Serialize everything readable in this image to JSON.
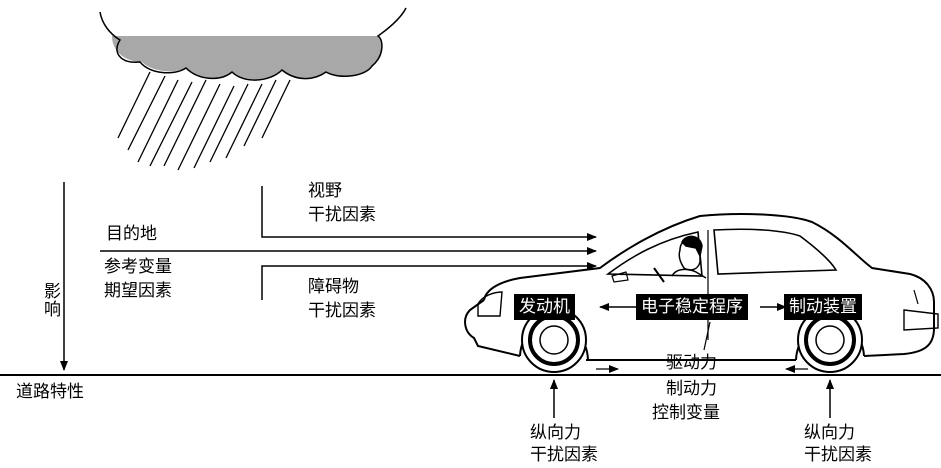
{
  "labels": {
    "vision": "视野",
    "vision_disturbance": "干扰因素",
    "destination": "目的地",
    "reference_variable": "参考变量",
    "expected_factor": "期望因素",
    "obstacle": "障碍物",
    "obstacle_disturbance": "干扰因素",
    "influence": "影响",
    "road_characteristics": "道路特性",
    "engine": "发动机",
    "esp": "电子稳定程序",
    "brake_device": "制动装置",
    "driving_force": "驱动力",
    "braking_force": "制动力",
    "control_variable": "控制变量",
    "longitudinal_force_left": "纵向力",
    "disturbance_left": "干扰因素",
    "longitudinal_force_right": "纵向力",
    "disturbance_right": "干扰因素"
  },
  "colors": {
    "cloud_fill": "#a8a8a8",
    "line": "#000000",
    "box_bg": "#000000",
    "box_text": "#ffffff"
  }
}
